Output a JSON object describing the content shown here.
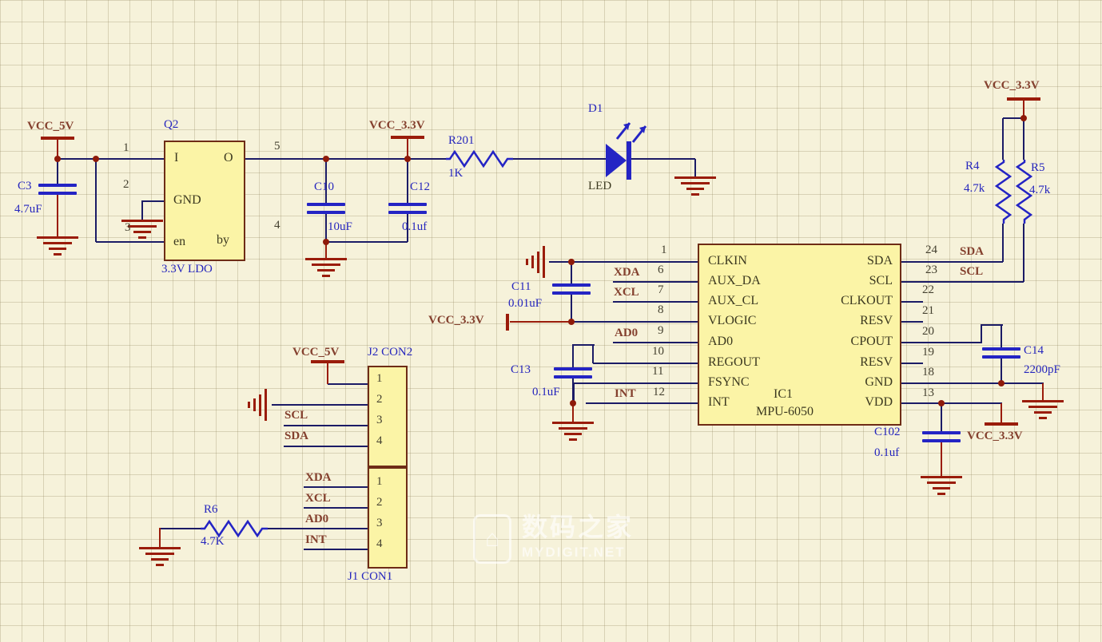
{
  "colors": {
    "sheet_bg": "#f6f2da",
    "wire": "#1b1b66",
    "component_blue": "#2424c4",
    "power_red": "#9a1c0a",
    "net_label": "#84402e",
    "designator_blue": "#2626bd",
    "box_fill": "#fbf4a6",
    "box_border": "#6e2c16"
  },
  "nets": {
    "vcc5": "VCC_5V",
    "vcc33": "VCC_3.3V",
    "sda": "SDA",
    "scl": "SCL"
  },
  "parts": {
    "q2": {
      "ref": "Q2",
      "subtitle": "3.3V LDO",
      "pin_names": [
        "I",
        "O",
        "GND",
        "en",
        "by"
      ],
      "pin_numbers": [
        "1",
        "2",
        "3",
        "4",
        "5"
      ]
    },
    "c3": {
      "ref": "C3",
      "value": "4.7uF"
    },
    "c10": {
      "ref": "C10",
      "value": "10uF"
    },
    "c12": {
      "ref": "C12",
      "value": "0.1uf"
    },
    "c11": {
      "ref": "C11",
      "value": "0.01uF"
    },
    "c13": {
      "ref": "C13",
      "value": "0.1uF"
    },
    "c14": {
      "ref": "C14",
      "value": "2200pF"
    },
    "c102": {
      "ref": "C102",
      "value": "0.1uf"
    },
    "r201": {
      "ref": "R201",
      "value": "1K"
    },
    "r4": {
      "ref": "R4",
      "value": "4.7k"
    },
    "r5": {
      "ref": "R5",
      "value": "4.7k"
    },
    "r6": {
      "ref": "R6",
      "value": "4.7K"
    },
    "d1": {
      "ref": "D1",
      "label": "LED"
    }
  },
  "ic1": {
    "ref": "IC1",
    "part": "MPU-6050",
    "left": [
      {
        "num": "1",
        "name": "CLKIN",
        "net": ""
      },
      {
        "num": "6",
        "name": "AUX_DA",
        "net": "XDA"
      },
      {
        "num": "7",
        "name": "AUX_CL",
        "net": "XCL"
      },
      {
        "num": "8",
        "name": "VLOGIC",
        "net": "VCC_3.3V"
      },
      {
        "num": "9",
        "name": "AD0",
        "net": "AD0"
      },
      {
        "num": "10",
        "name": "REGOUT",
        "net": ""
      },
      {
        "num": "11",
        "name": "FSYNC",
        "net": ""
      },
      {
        "num": "12",
        "name": "INT",
        "net": "INT"
      }
    ],
    "right": [
      {
        "num": "24",
        "name": "SDA",
        "net": "SDA"
      },
      {
        "num": "23",
        "name": "SCL",
        "net": "SCL"
      },
      {
        "num": "22",
        "name": "CLKOUT",
        "net": ""
      },
      {
        "num": "21",
        "name": "RESV",
        "net": ""
      },
      {
        "num": "20",
        "name": "CPOUT",
        "net": ""
      },
      {
        "num": "19",
        "name": "RESV",
        "net": ""
      },
      {
        "num": "18",
        "name": "GND",
        "net": ""
      },
      {
        "num": "13",
        "name": "VDD",
        "net": ""
      }
    ]
  },
  "j2": {
    "ref": "J2 CON2",
    "pin_numbers": [
      "1",
      "2",
      "3",
      "4"
    ],
    "net_labels": [
      "SCL",
      "SDA"
    ],
    "power": "VCC_5V"
  },
  "j1": {
    "ref": "J1 CON1",
    "pin_numbers": [
      "1",
      "2",
      "3",
      "4"
    ],
    "net_labels": [
      "XDA",
      "XCL",
      "AD0",
      "INT"
    ]
  },
  "watermark": {
    "brand": "数码之家",
    "site": "MYDIGIT.NET",
    "logo_glyph": "⌂"
  }
}
